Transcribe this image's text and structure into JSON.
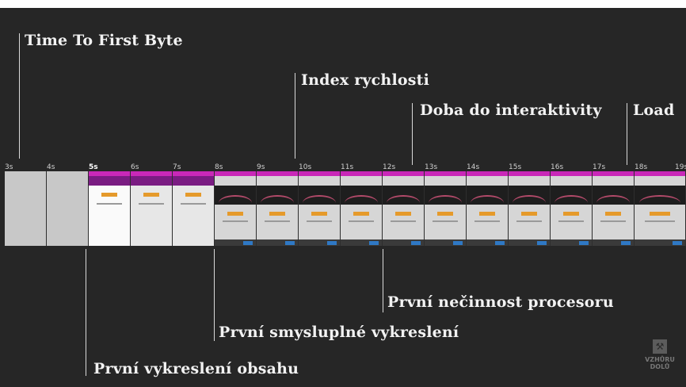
{
  "metrics": {
    "ttfb": "Time To First Byte",
    "speed_index": "Index rychlosti",
    "tti": "Doba do interaktivity",
    "load": "Load",
    "fcp": "První vykreslení obsahu",
    "fmp": "První smysluplné vykreslení",
    "first_cpu_idle": "První nečinnost procesoru"
  },
  "timeline": {
    "ticks": [
      "3s",
      "4s",
      "5s",
      "6s",
      "7s",
      "8s",
      "9s",
      "10s",
      "11s",
      "12s",
      "13s",
      "14s",
      "15s",
      "16s",
      "17s",
      "18s",
      "19s"
    ],
    "bold_tick": "5s",
    "frame_states": [
      "empty",
      "empty",
      "white",
      "loading",
      "loading",
      "dark",
      "dark",
      "dark",
      "dark",
      "dark",
      "dark",
      "dark",
      "dark",
      "dark",
      "dark",
      "dark"
    ]
  },
  "logo": {
    "icon": "hammer-pick-icon",
    "line1": "VZHŮRU",
    "line2": "DOLŮ"
  },
  "colors": {
    "background": "#262626",
    "purple_bar": "#c928b8",
    "orange_button": "#e59a2b",
    "marker_line": "#d9d9d9"
  }
}
